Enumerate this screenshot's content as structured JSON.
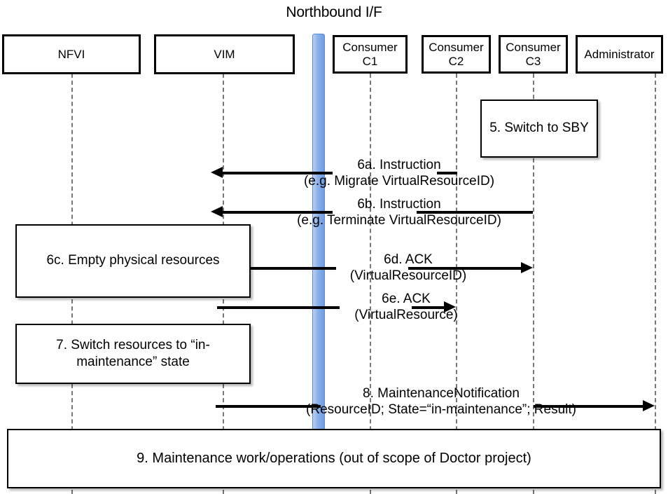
{
  "diagram": {
    "type": "uml-sequence-diagram",
    "title": "Northbound I/F",
    "colors": {
      "interface_bar": "#8ab0e8",
      "line": "#000000",
      "lifeline": "#777777",
      "background": "#ffffff"
    }
  },
  "actors": [
    {
      "id": "nfvi",
      "label": "NFVI",
      "label_line2": ""
    },
    {
      "id": "vim",
      "label": "VIM",
      "label_line2": ""
    },
    {
      "id": "c1",
      "label": "Consumer",
      "label_line2": "C1"
    },
    {
      "id": "c2",
      "label": "Consumer",
      "label_line2": "C2"
    },
    {
      "id": "c3",
      "label": "Consumer",
      "label_line2": "C3"
    },
    {
      "id": "admin",
      "label": "Administrator",
      "label_line2": ""
    }
  ],
  "interface_bar": {
    "name": "Northbound I/F",
    "position": "between VIM and Consumer C1"
  },
  "notes": [
    {
      "id": "note5",
      "line1": "5. Switch to",
      "line2": "SBY",
      "attached_to": "c3"
    },
    {
      "id": "note6c",
      "line1": "6c. Empty physical resources",
      "line2": "",
      "attached_to": "nfvi"
    },
    {
      "id": "note7",
      "line1": "7. Switch resources to",
      "line2": "“in-maintenance” state",
      "attached_to": "nfvi"
    },
    {
      "id": "note9",
      "line1": "9. Maintenance work/operations",
      "line2": "(out of scope of Doctor project)",
      "attached_to": "all"
    }
  ],
  "messages": [
    {
      "id": "6a",
      "label_line1": "6a. Instruction",
      "label_line2": "(e.g. Migrate VirtualResourceID)",
      "from": "c2",
      "to": "vim",
      "direction": "right-to-left"
    },
    {
      "id": "6b",
      "label_line1": "6b. Instruction",
      "label_line2": "(e.g. Terminate VirtualResourceID)",
      "from": "c3",
      "to": "vim",
      "direction": "right-to-left"
    },
    {
      "id": "6d",
      "label_line1": "6d. ACK",
      "label_line2": "(VirtualResourceID)",
      "from": "vim",
      "to": "c3",
      "direction": "left-to-right"
    },
    {
      "id": "6e",
      "label_line1": "6e. ACK",
      "label_line2": "(VirtualResource)",
      "from": "vim",
      "to": "c2",
      "direction": "left-to-right"
    },
    {
      "id": "8",
      "label_line1": "8.     MaintenanceNotification",
      "label_line2": "(ResourceID; State=“in-maintenance”; Result)",
      "from": "vim",
      "to": "admin",
      "direction": "left-to-right"
    }
  ]
}
